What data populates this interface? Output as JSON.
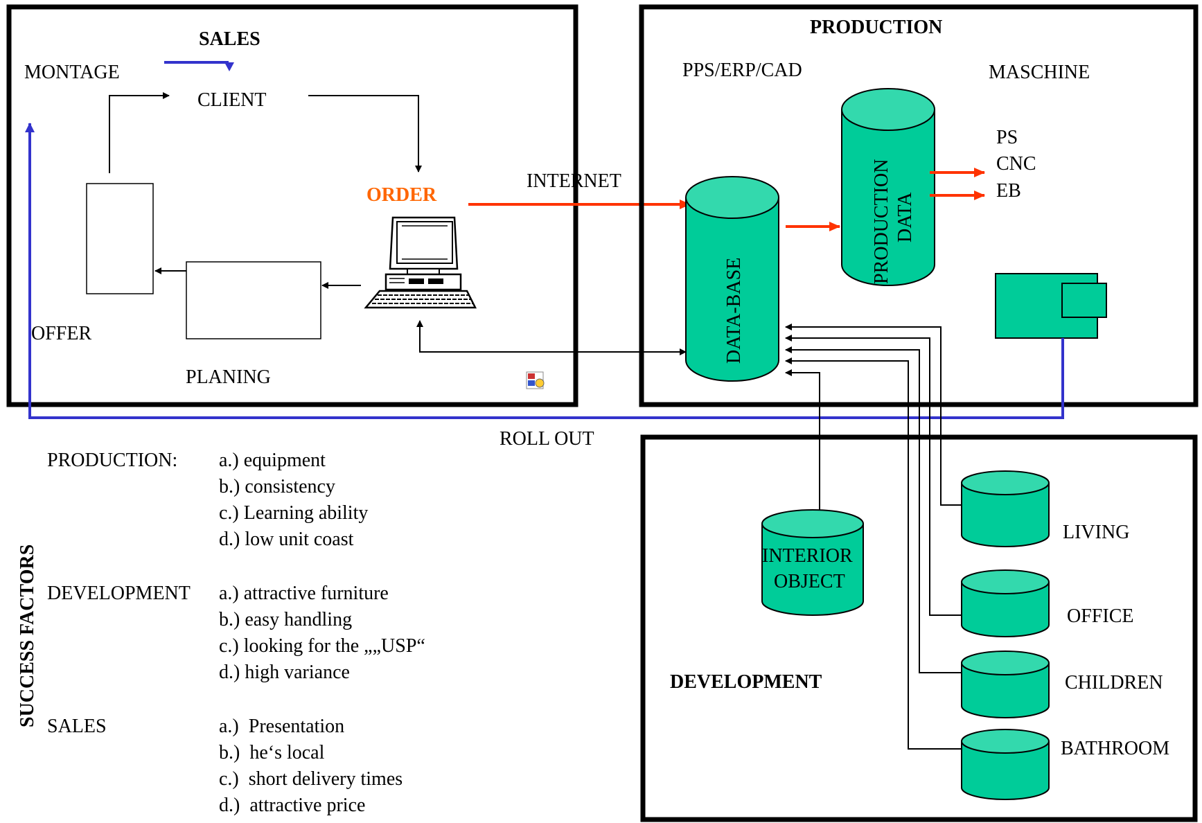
{
  "sales": {
    "title": "SALES",
    "montage": "MONTAGE",
    "client": "CLIENT",
    "order": "ORDER",
    "offer": "OFFER",
    "planing": "PLANING"
  },
  "connection": {
    "internet": "INTERNET",
    "roll_out": "ROLL OUT"
  },
  "production": {
    "title": "PRODUCTION",
    "pps": "PPS/ERP/CAD",
    "maschine": "MASCHINE",
    "database": "DATA-BASE",
    "production_data": [
      "PRODUCTION",
      "DATA"
    ],
    "machine_outputs": [
      "PS",
      "CNC",
      "EB"
    ]
  },
  "development": {
    "title": "DEVELOPMENT",
    "interior_object": [
      "INTERIOR",
      "OBJECT"
    ],
    "categories": [
      "LIVING",
      "OFFICE",
      "CHILDREN",
      "BATHROOM"
    ]
  },
  "success_factors": {
    "title": "SUCCESS FACTORS",
    "groups": [
      {
        "name": "PRODUCTION:",
        "items": [
          "a.) equipment",
          "b.) consistency",
          "c.) Learning ability",
          "d.) low unit coast"
        ]
      },
      {
        "name": "DEVELOPMENT",
        "items": [
          "a.) attractive furniture",
          "b.) easy handling",
          "c.) looking for the „„USP“",
          "d.) high variance"
        ]
      },
      {
        "name": "SALES",
        "items": [
          "a.)  Presentation",
          "b.)  he‘s local",
          "c.)  short delivery times",
          "d.)  attractive price"
        ]
      }
    ]
  },
  "colors": {
    "teal": "#00CC99",
    "teal_top": "#33D9AD",
    "red_arrow": "#FF3300",
    "blue_flow": "#3333CC",
    "order_orange": "#FF6600"
  }
}
